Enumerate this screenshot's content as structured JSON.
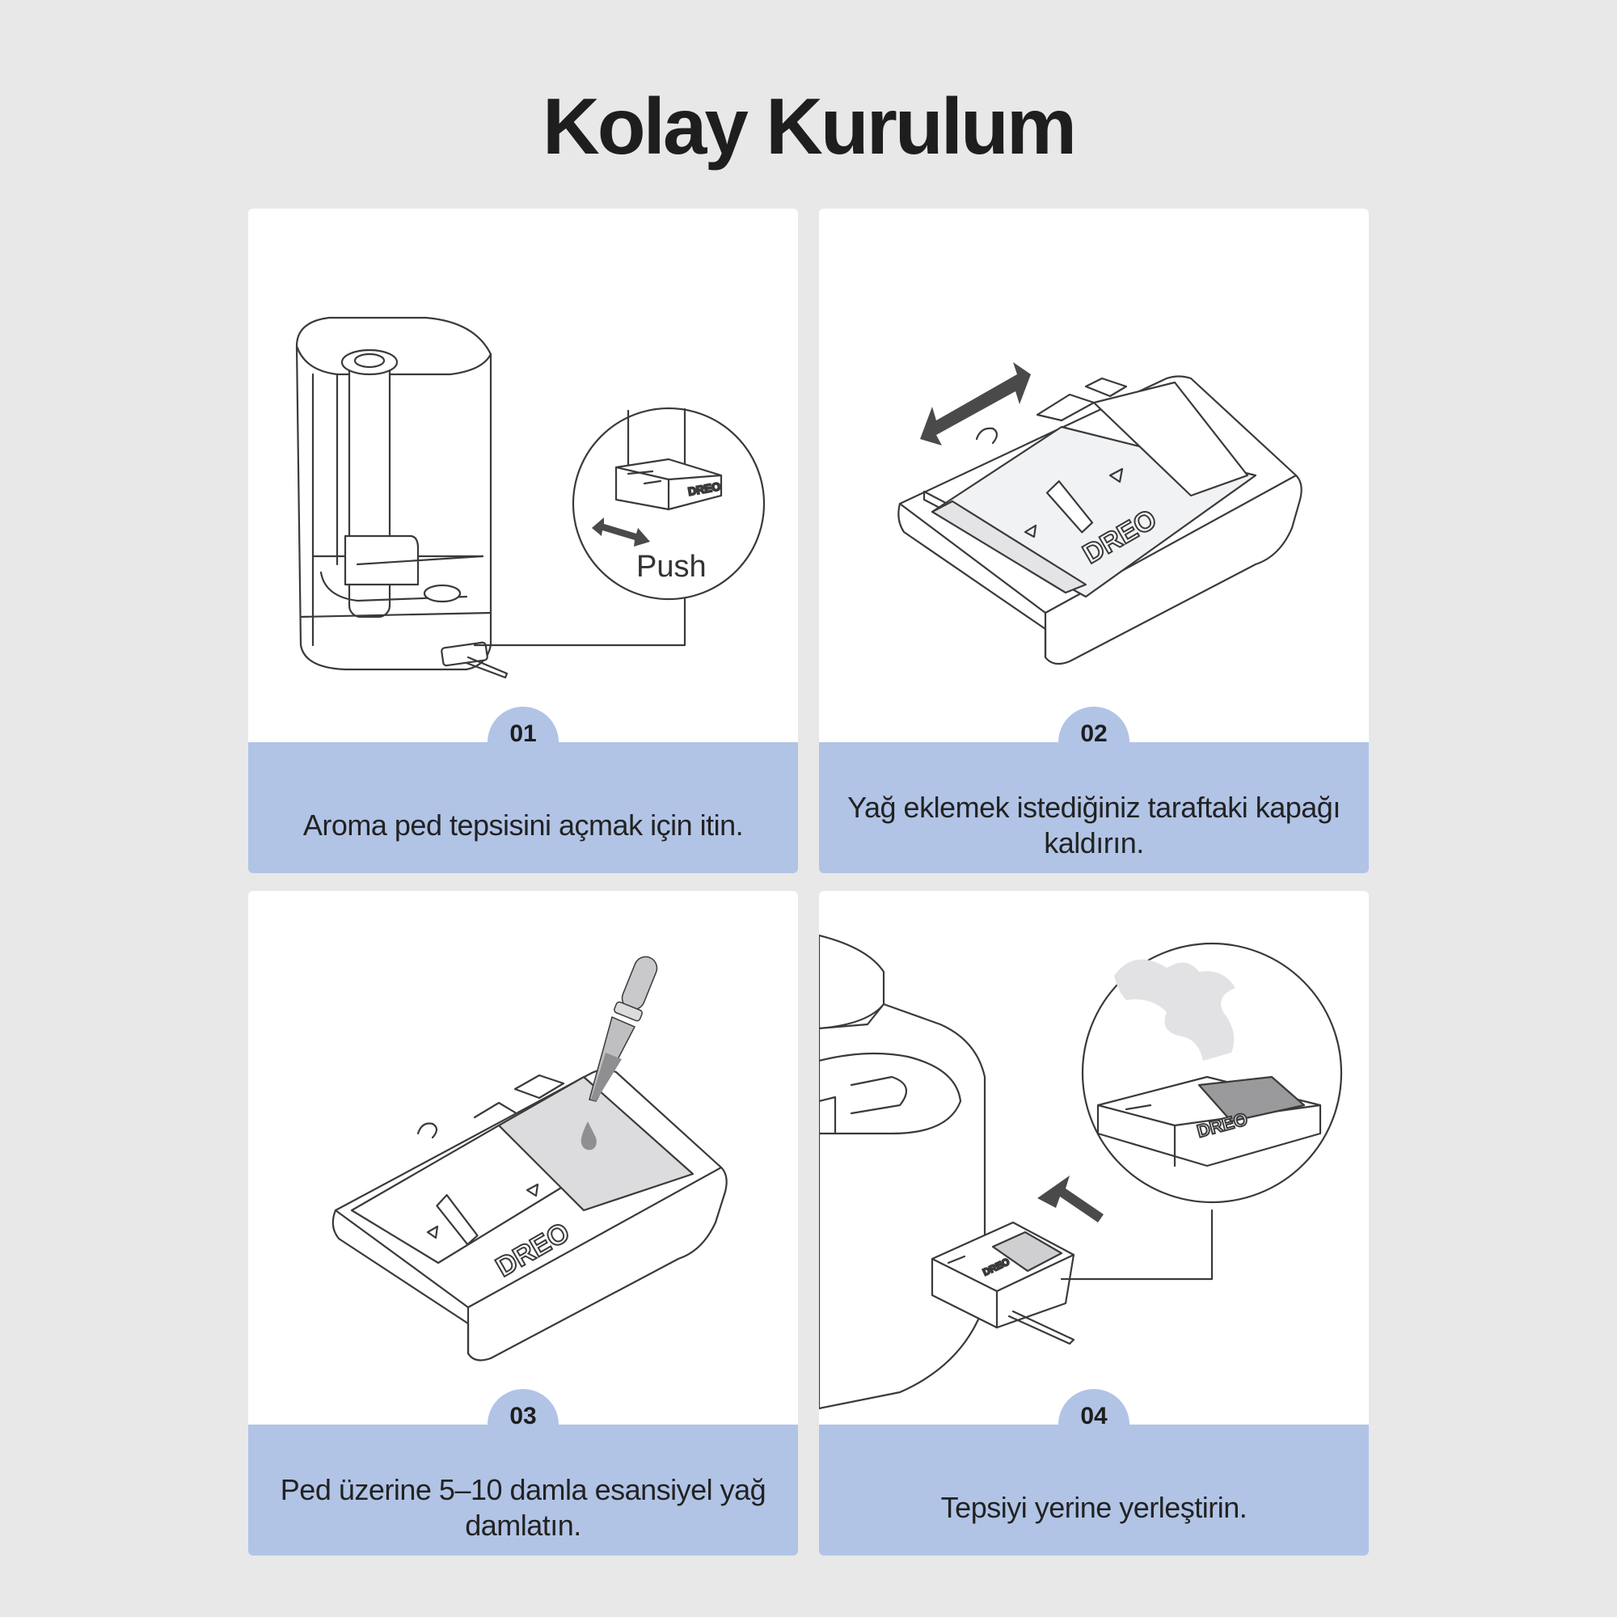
{
  "title": "Kolay Kurulum",
  "logo_text": "DREO",
  "push_label": "Push",
  "colors": {
    "background": "#e8e8e8",
    "card": "#ffffff",
    "caption_band": "#b1c4e6",
    "text": "#1e1e1e"
  },
  "steps": [
    {
      "number": "01",
      "text": "Aroma ped tepsisini açmak için itin."
    },
    {
      "number": "02",
      "text": "Yağ eklemek istediğiniz taraftaki kapağı kaldırın."
    },
    {
      "number": "03",
      "text": "Ped üzerine 5–10 damla esansiyel yağ damlatın."
    },
    {
      "number": "04",
      "text": "Tepsiyi yerine yerleştirin."
    }
  ]
}
